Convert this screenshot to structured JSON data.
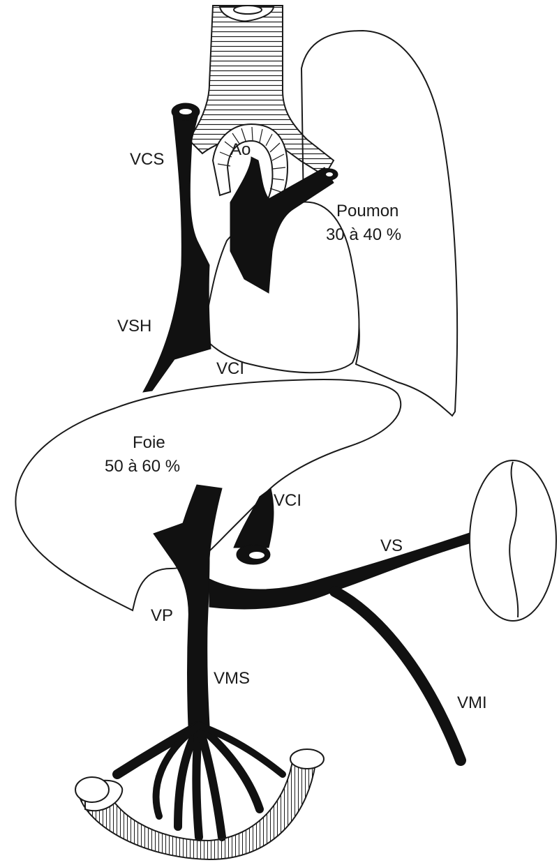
{
  "colors": {
    "ink": "#111111",
    "background": "#ffffff"
  },
  "labels": {
    "vcs": "VCS",
    "ao": "Ao",
    "poumon_name": "Poumon",
    "poumon_pct": "30 à 40 %",
    "vsh": "VSH",
    "vci_upper": "VCI",
    "foie_name": "Foie",
    "foie_pct": "50 à 60 %",
    "vci_lower": "VCI",
    "vs": "VS",
    "vp": "VP",
    "vms": "VMS",
    "vmi": "VMI"
  }
}
